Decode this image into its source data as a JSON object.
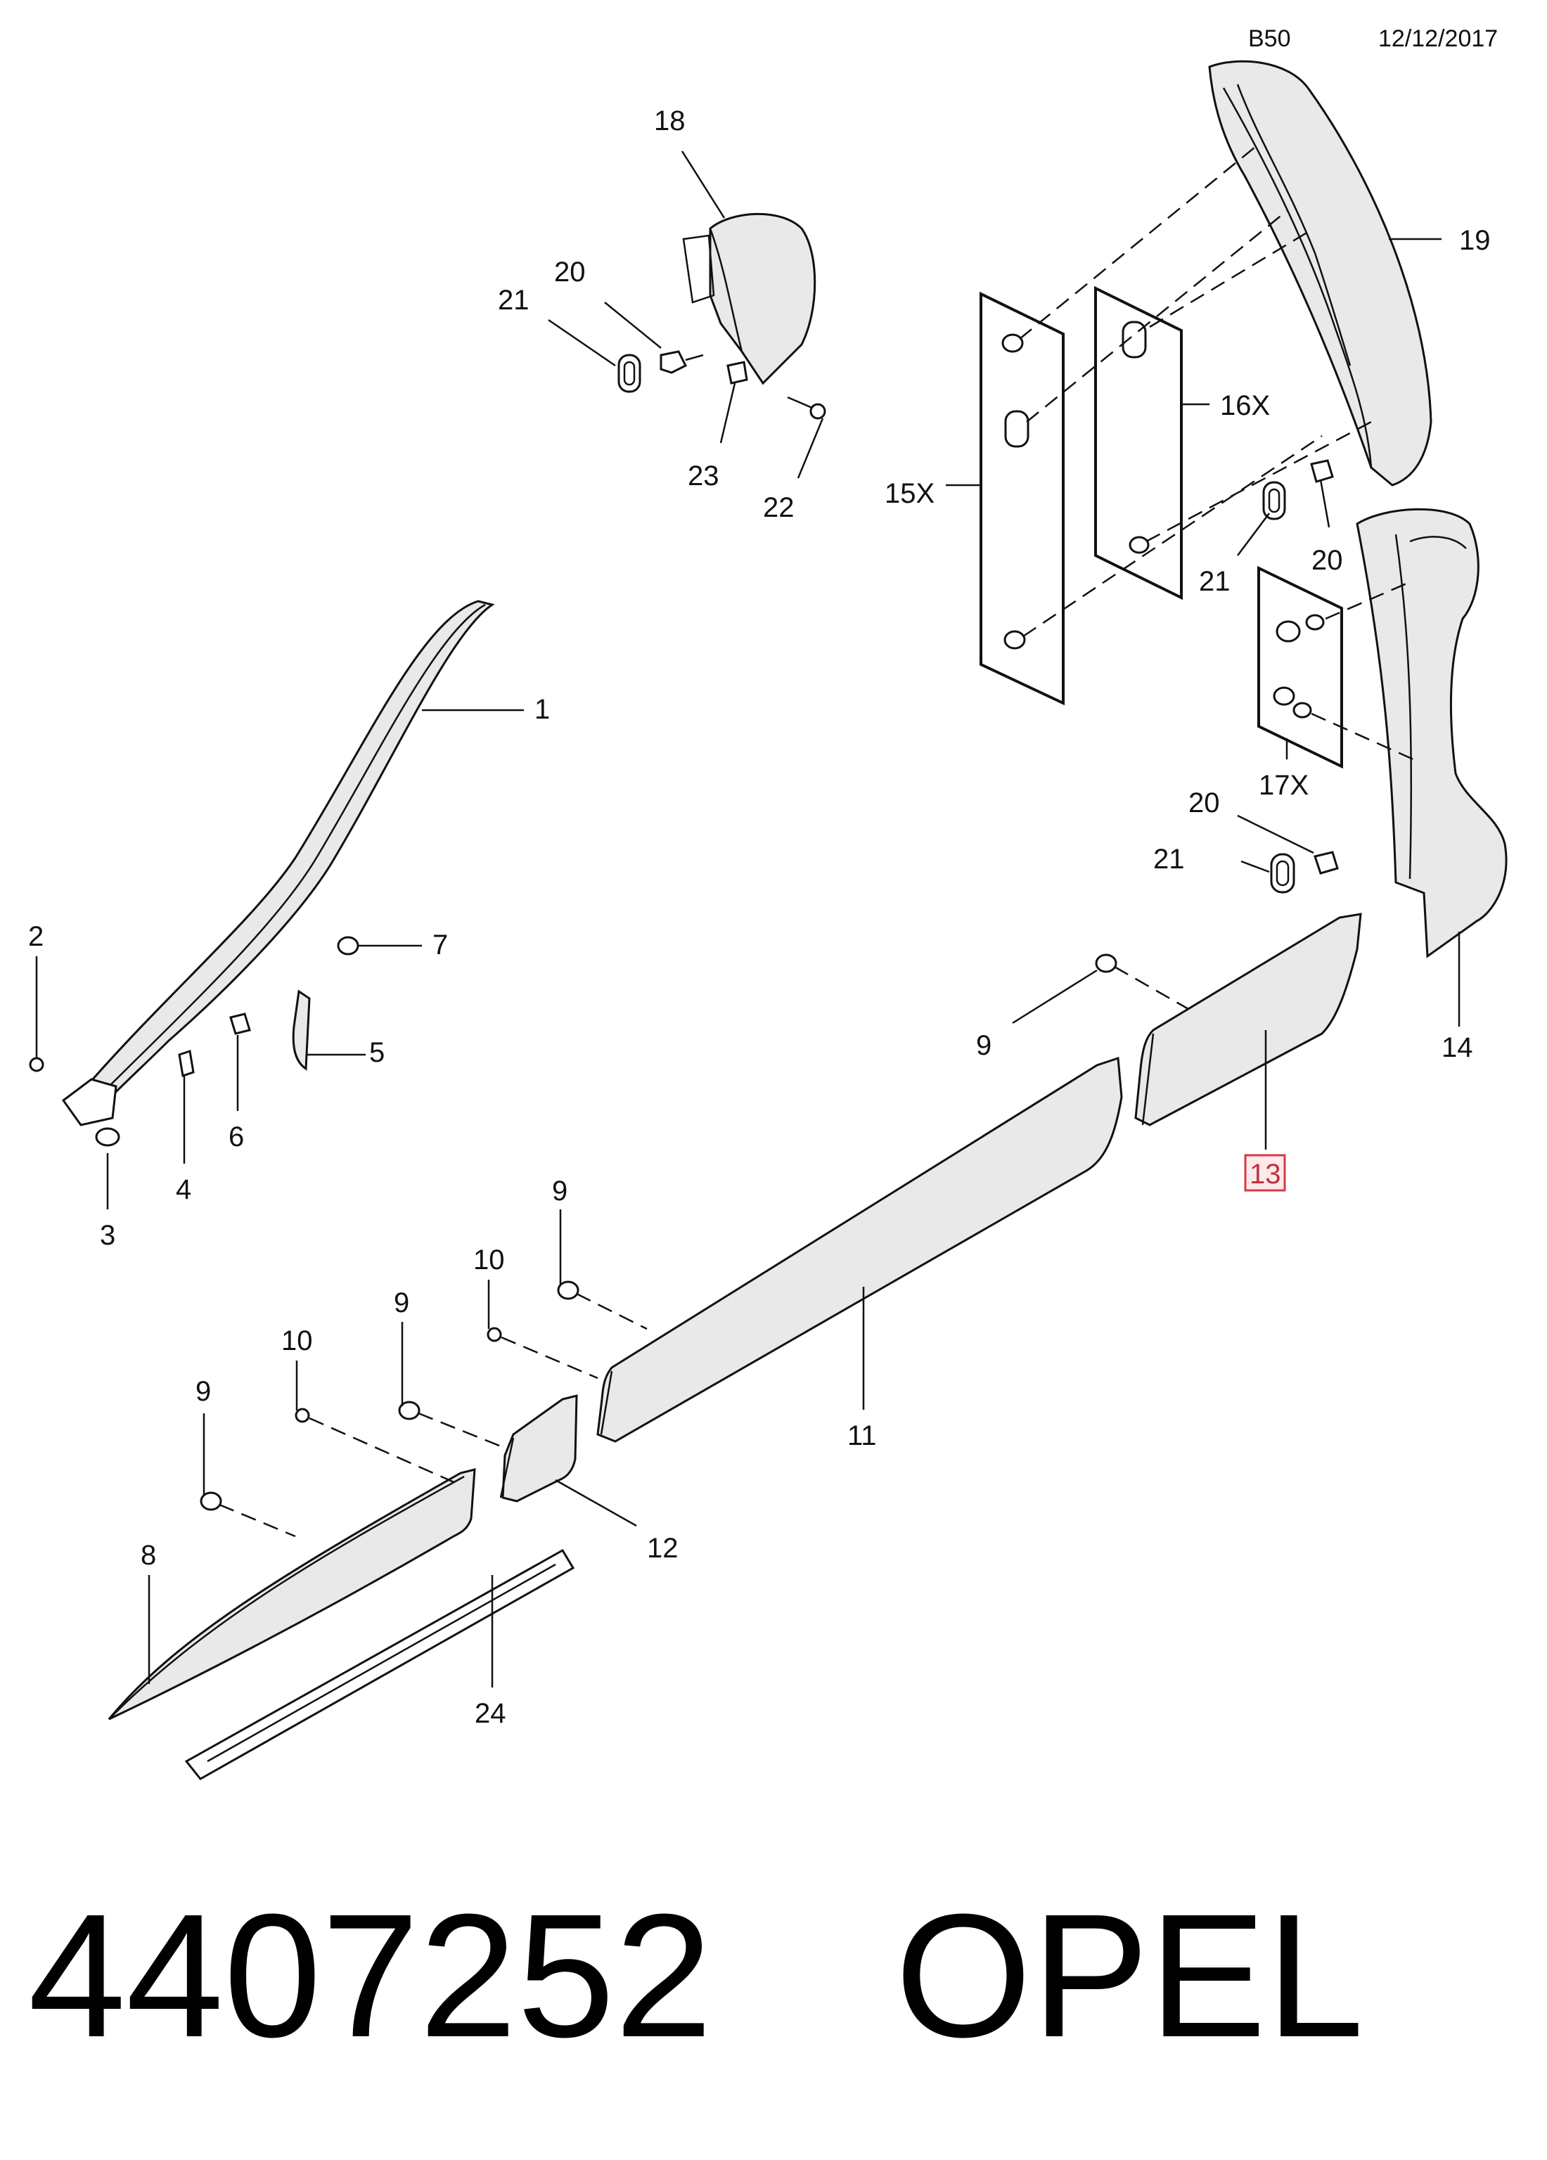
{
  "header": {
    "code": "B50",
    "date": "12/12/2017"
  },
  "callouts": {
    "c1": "1",
    "c2": "2",
    "c3": "3",
    "c4": "4",
    "c5": "5",
    "c6": "6",
    "c7": "7",
    "c8": "8",
    "c9a": "9",
    "c9b": "9",
    "c9c": "9",
    "c9d": "9",
    "c10a": "10",
    "c10b": "10",
    "c11": "11",
    "c12": "12",
    "c13": "13",
    "c14": "14",
    "c15x": "15X",
    "c16x": "16X",
    "c17x": "17X",
    "c18": "18",
    "c19": "19",
    "c20a": "20",
    "c20b": "20",
    "c20c": "20",
    "c21a": "21",
    "c21b": "21",
    "c21c": "21",
    "c22": "22",
    "c23": "23",
    "c24": "24"
  },
  "highlighted_callout": "13",
  "footer": {
    "part_number": "4407252",
    "brand": "OPEL"
  }
}
